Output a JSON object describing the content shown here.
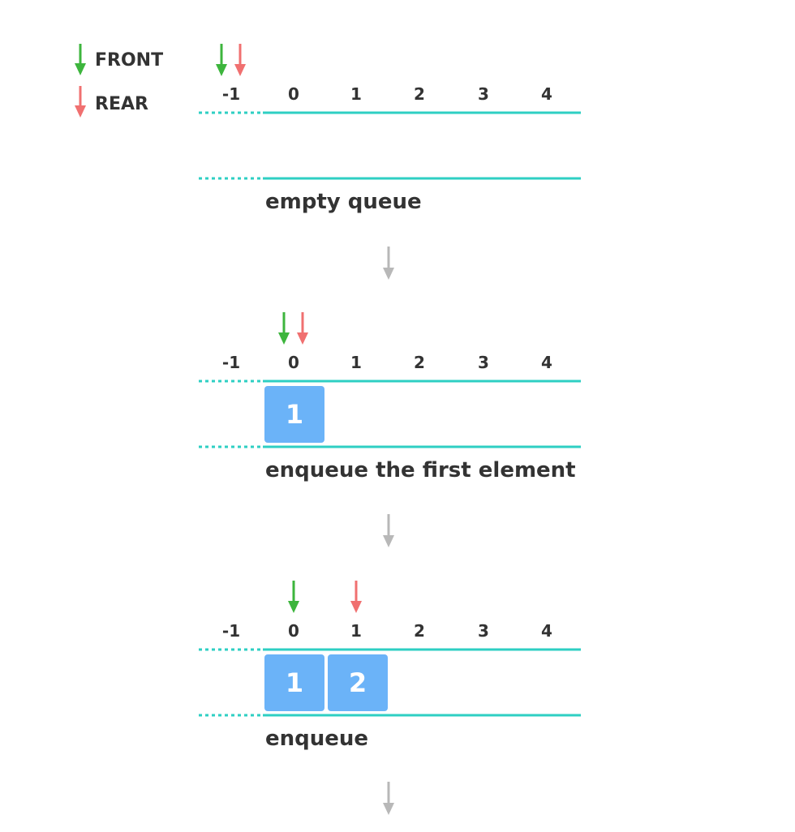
{
  "colors": {
    "front": "#3db53d",
    "rear": "#f07070",
    "rail": "#2ecfc3",
    "cell": "#6bb3f8",
    "flow_arrow": "#b8b8b8",
    "text": "#333333"
  },
  "legend": [
    {
      "icon": "green-down-arrow-icon",
      "label": "FRONT",
      "color": "#3db53d"
    },
    {
      "icon": "red-down-arrow-icon",
      "label": "REAR",
      "color": "#f07070"
    }
  ],
  "indices": [
    "-1",
    "0",
    "1",
    "2",
    "3",
    "4"
  ],
  "states": [
    {
      "caption": "empty queue",
      "front": -1,
      "rear": -1,
      "cells": []
    },
    {
      "caption": "enqueue the first element",
      "front": 0,
      "rear": 0,
      "cells": [
        "1"
      ]
    },
    {
      "caption": "enqueue",
      "front": 0,
      "rear": 1,
      "cells": [
        "1",
        "2"
      ]
    }
  ]
}
